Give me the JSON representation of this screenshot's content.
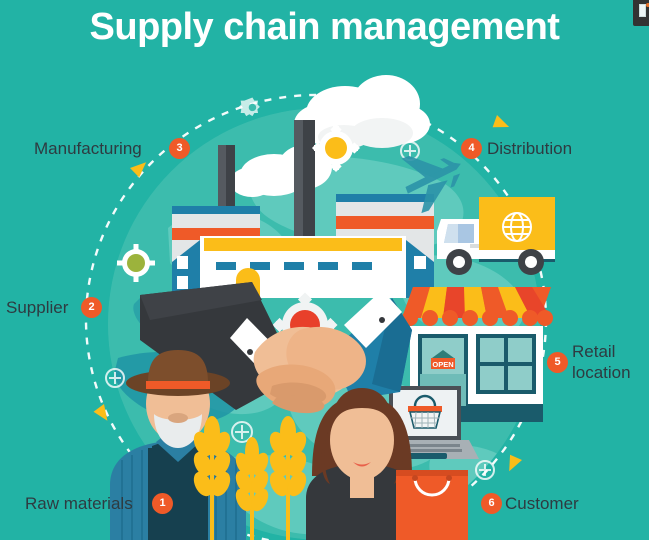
{
  "page": {
    "title": "Supply chain management",
    "background_color": "#22b3a5",
    "globe_color": "#3cbcad",
    "accent_color": "#ef5a28",
    "label_color": "#2e3b41",
    "title_color": "#ffffff"
  },
  "corner_chip": {
    "name": "notification-chip",
    "color": "#333333"
  },
  "steps": [
    {
      "number": "1",
      "label": "Raw materials",
      "side": "left",
      "icon": "wheat-icon"
    },
    {
      "number": "2",
      "label": "Supplier",
      "side": "left",
      "icon": "farmer-icon"
    },
    {
      "number": "3",
      "label": "Manufacturing",
      "side": "left",
      "icon": "factory-icon"
    },
    {
      "number": "4",
      "label": "Distribution",
      "side": "right",
      "icon": "delivery-truck-icon"
    },
    {
      "number": "5",
      "label": "Retail\nlocation",
      "side": "right",
      "icon": "shop-icon"
    },
    {
      "number": "6",
      "label": "Customer",
      "side": "right",
      "icon": "shopping-bag-icon"
    }
  ],
  "labels": {
    "manufacturing": "Manufacturing",
    "supplier": "Supplier",
    "raw_materials": "Raw materials",
    "distribution": "Distribution",
    "retail_line1": "Retail",
    "retail_line2": "location",
    "customer": "Customer"
  },
  "badges": {
    "manufacturing": "3",
    "supplier": "2",
    "raw_materials": "1",
    "distribution": "4",
    "retail": "5",
    "customer": "6"
  },
  "illustration": {
    "shop_sign_text": "OPEN",
    "icons": [
      "factory-icon",
      "smoke-cloud-icon",
      "cloud-icon",
      "gear-icon",
      "airplane-icon",
      "delivery-truck-icon",
      "globe-parcel-icon",
      "shop-awning-icon",
      "laptop-icon",
      "shopping-basket-icon",
      "handshake-icon",
      "farmer-icon",
      "woman-customer-icon",
      "wheat-icon",
      "shopping-bag-icon",
      "plus-circle-icon",
      "arrow-marker-icon"
    ],
    "colors": {
      "orange": "#ef5a28",
      "yellow": "#fbbd19",
      "dark_teal": "#1a5b6b",
      "blue": "#1f7fa8",
      "white": "#ffffff",
      "dark": "#35383c",
      "skin": "#f0be96",
      "gear_green": "#9cb33c",
      "gear_red": "#e8402a"
    }
  }
}
